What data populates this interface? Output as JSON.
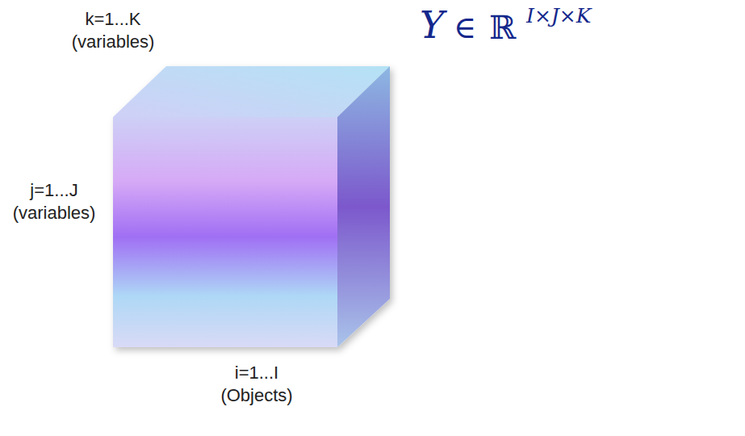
{
  "diagram": {
    "labels": [
      "k=1...K (variables)",
      "j=1...J (variables)",
      "i=1...I (Objects)",
      "Y",
      "∈",
      "ℝ",
      "I×J×K"
    ]
  }
}
